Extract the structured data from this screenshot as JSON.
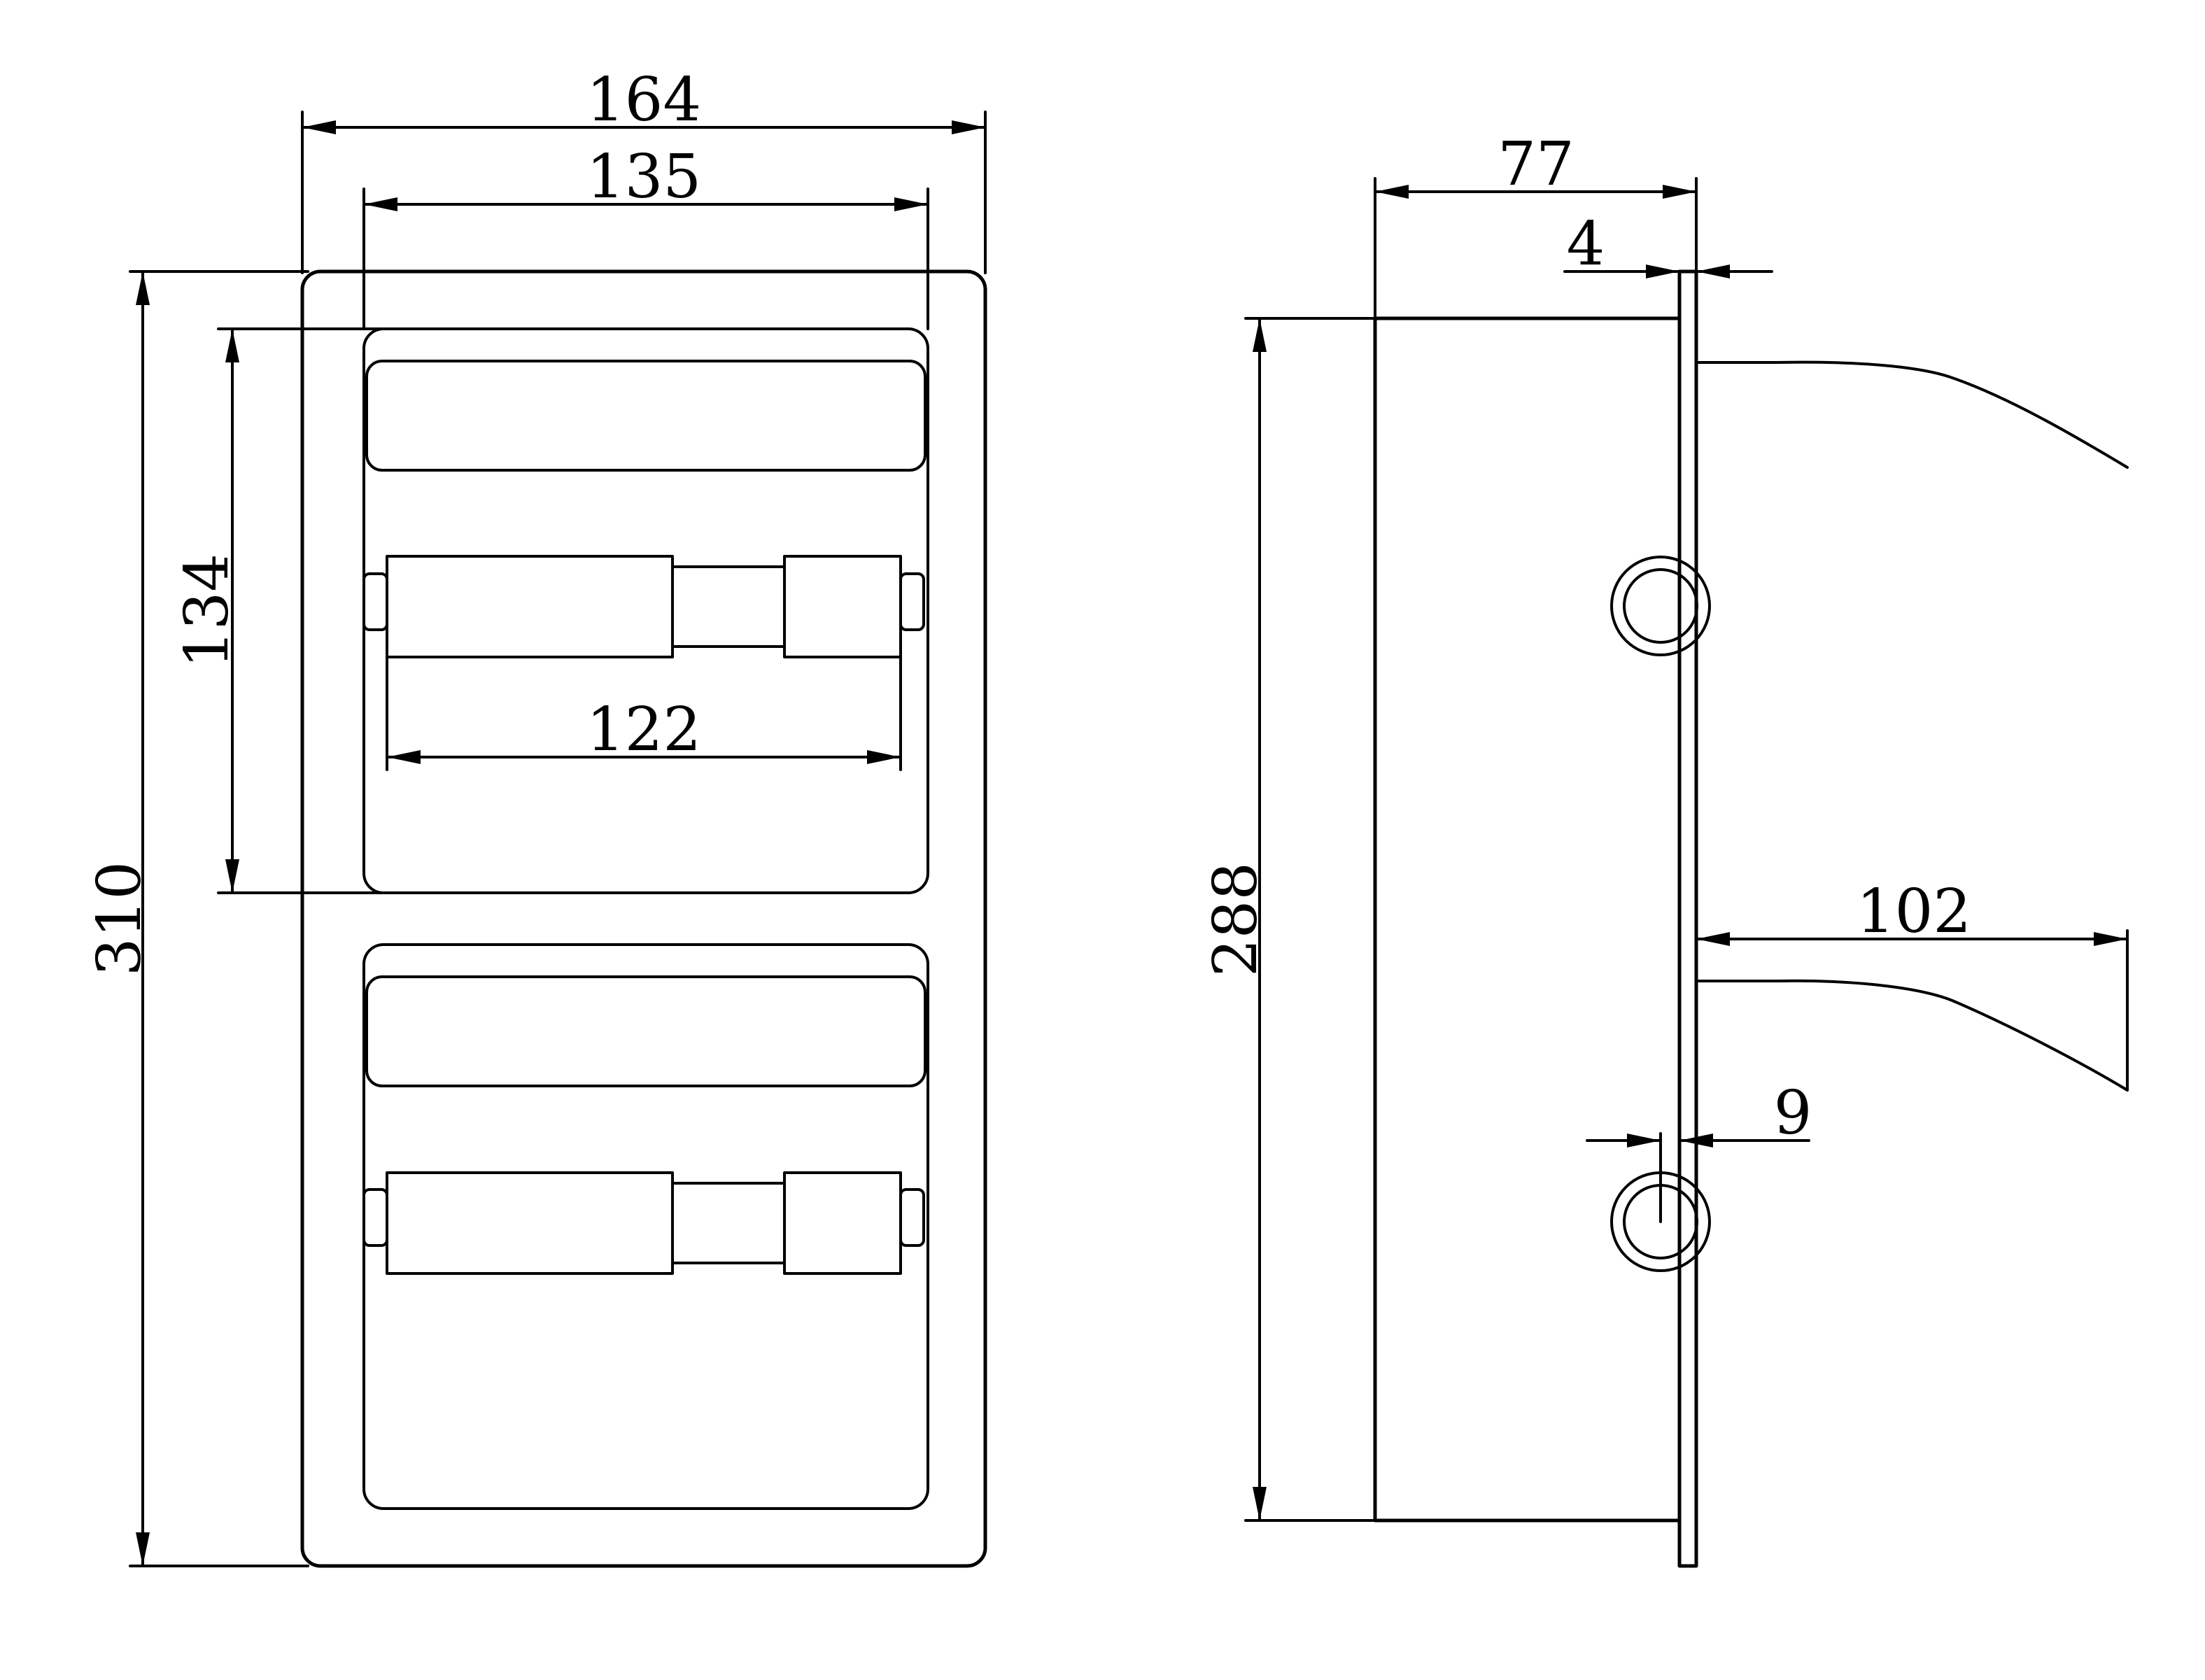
{
  "drawing": {
    "front_view": {
      "overall_width": "164",
      "inner_width": "135",
      "roll_width": "122",
      "compartment_height": "134",
      "overall_height": "310"
    },
    "side_view": {
      "depth": "77",
      "plate_thickness": "4",
      "body_height": "288",
      "cover_projection": "102",
      "pin_offset": "9"
    },
    "line_color": "#000000",
    "background": "#ffffff"
  }
}
